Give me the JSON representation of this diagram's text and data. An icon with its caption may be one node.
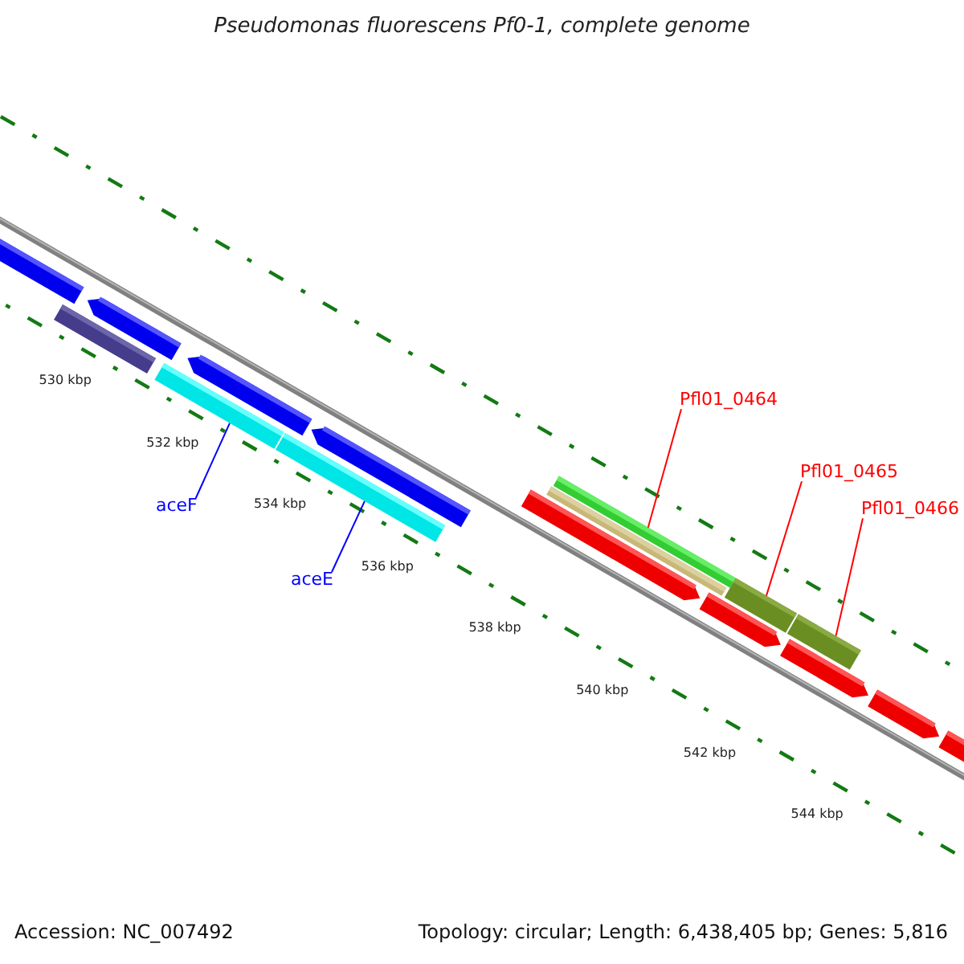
{
  "diagram": {
    "title": "Pseudomonas fluorescens Pf0-1, complete genome",
    "nodes": [
      {
        "text": [
          "aceF"
        ]
      },
      {
        "text": [
          "aceE"
        ]
      },
      {
        "text": [
          "Pfl01_0464"
        ]
      },
      {
        "text": [
          "Pfl01_0465"
        ]
      },
      {
        "text": [
          "Pfl01_0466"
        ]
      },
      {
        "text": [],
        "shape": "bar"
      },
      {
        "text": [],
        "shape": "bar"
      },
      {
        "text": [],
        "shape": "bar"
      },
      {
        "text": [],
        "shape": "bar"
      },
      {
        "text": [],
        "shape": "bar"
      }
    ],
    "edges": [
      {
        "from": 0,
        "to": 5,
        "arrow": "none",
        "color": "#0000ff"
      },
      {
        "from": 1,
        "to": 6,
        "arrow": "none",
        "color": "#0000ff"
      },
      {
        "from": 2,
        "to": 7,
        "arrow": "none"
      },
      {
        "from": 3,
        "to": 8,
        "arrow": "none"
      },
      {
        "from": 4,
        "to": 9,
        "arrow": "none"
      }
    ],
    "labels": [
      "530 kbp",
      "532 kbp",
      "534 kbp",
      "536 kbp",
      "538 kbp",
      "540 kbp",
      "542 kbp",
      "544 kbp",
      "Accession: NC_007492",
      "Topology: circular; Length: 6,438,405 bp; Genes: 5,816"
    ]
  }
}
